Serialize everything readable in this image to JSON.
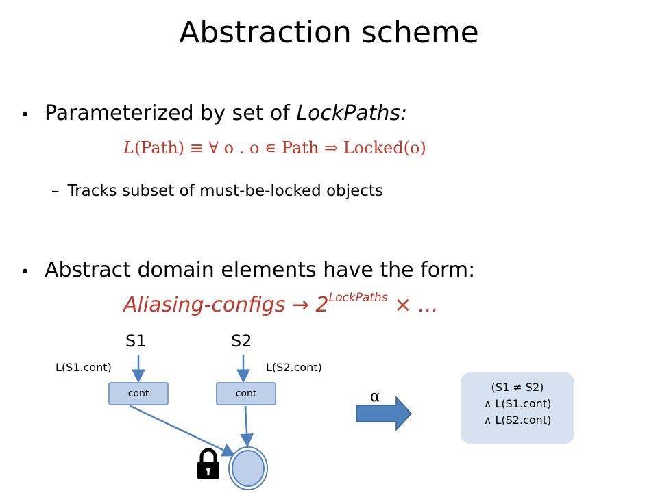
{
  "slide": {
    "title": "Abstraction scheme",
    "bullet1": {
      "prefix": "Parameterized by set of ",
      "emph": "LockPaths:",
      "formula_fn": "L",
      "formula_rest": "(Path) ≡ ∀ o . o ∊ Path ⇒ Locked(o)",
      "sub_text": "Tracks subset of must-be-locked  objects"
    },
    "bullet2": {
      "text": "Abstract domain elements have the form:",
      "formula_main": "Aliasing-configs → 2",
      "formula_sup": "LockPaths",
      "formula_tail": " × …"
    }
  },
  "diagram": {
    "var1": "S1",
    "var2": "S2",
    "path1": "L(S1.cont)",
    "path2": "L(S2.cont)",
    "box1": "cont",
    "box2": "cont",
    "alpha": "α",
    "result": {
      "line1": "(S1 ≠ S2)",
      "line2": "∧ L(S1.cont)",
      "line3": "∧ L(S2.cont)"
    },
    "colors": {
      "arrow": "#4f81bd",
      "box_fill": "#bfd1ea",
      "result_fill": "#d7e2f1",
      "formula": "#c0392b"
    }
  }
}
